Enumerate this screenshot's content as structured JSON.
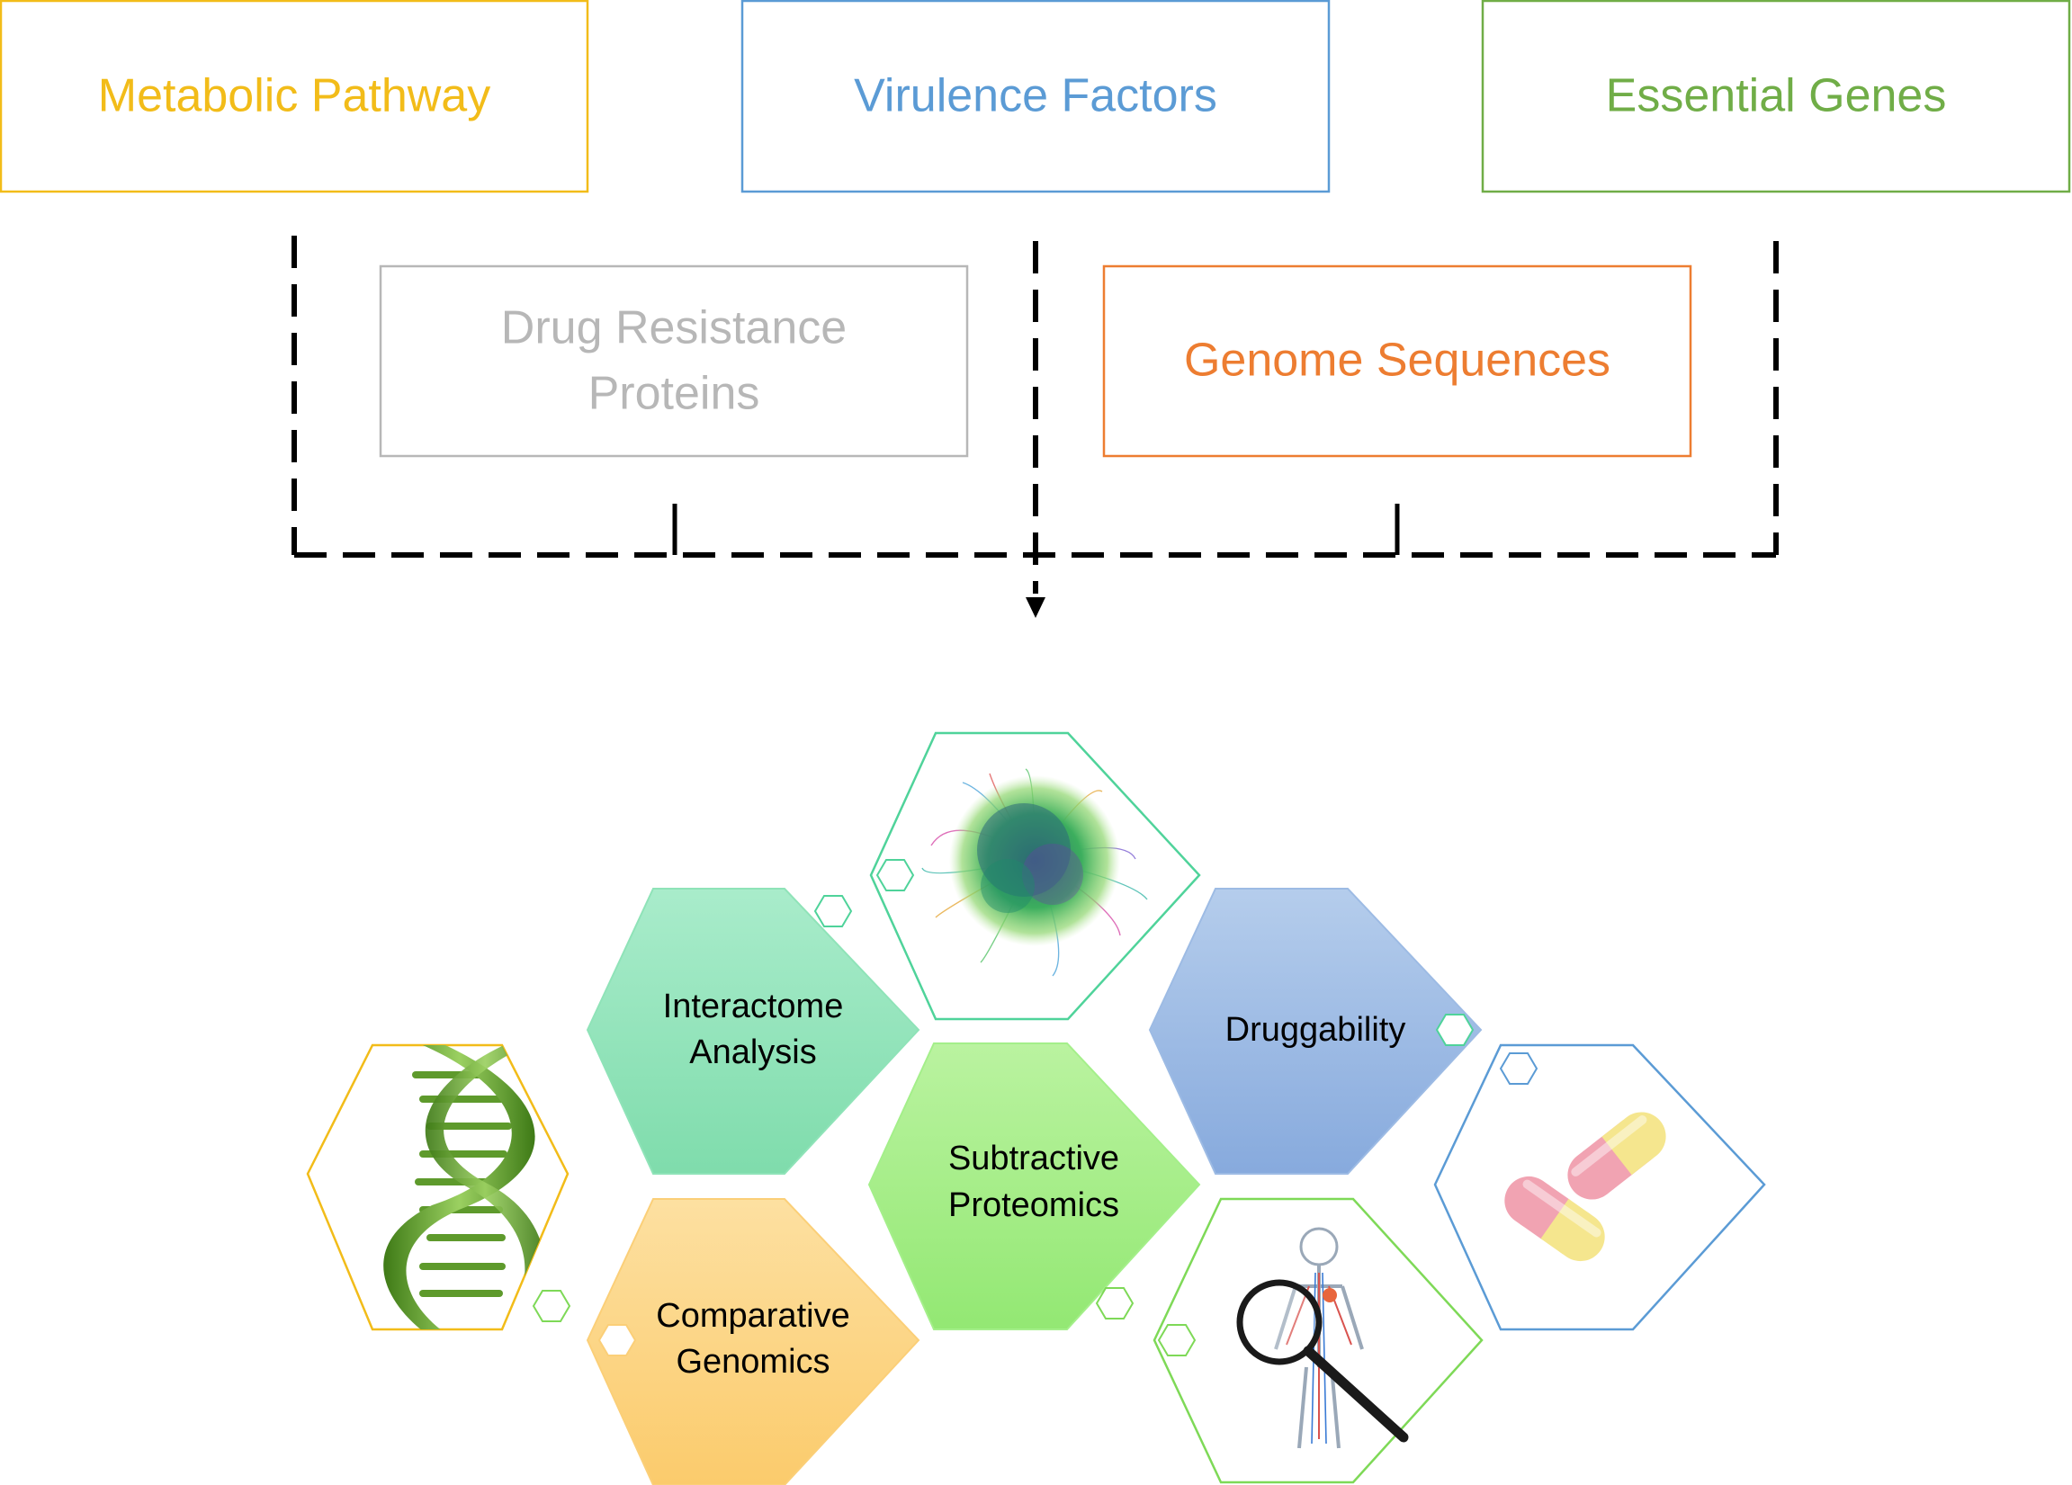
{
  "source_boxes": [
    {
      "label": "Metabolic Pathway",
      "color": "#f2bc19"
    },
    {
      "label": "Virulence Factors",
      "color": "#5b9bd5"
    },
    {
      "label": "Essential Genes",
      "color": "#70ad47"
    },
    {
      "label_lines": [
        "Drug Resistance",
        "Proteins"
      ],
      "color": "#b7b7b7"
    },
    {
      "label": "Genome Sequences",
      "color": "#ed7d31"
    }
  ],
  "hexagons": [
    {
      "label_lines": [
        "Interactome",
        "Analysis"
      ],
      "fill": "#8fe3b8"
    },
    {
      "label_lines": [
        "Druggability"
      ],
      "fill": "#9dbbe4"
    },
    {
      "label_lines": [
        "Subtractive",
        "Proteomics"
      ],
      "fill": "#a4ef8a"
    },
    {
      "label_lines": [
        "Comparative",
        "Genomics"
      ],
      "fill": "#fbcf78"
    }
  ],
  "image_hexagons": [
    {
      "icon": "network-graph-icon",
      "outline": "#4fd39a"
    },
    {
      "icon": "dna-helix-icon",
      "outline": "#f2bc19"
    },
    {
      "icon": "human-body-magnifier-icon",
      "outline": "#7ed957"
    },
    {
      "icon": "capsule-pills-icon",
      "outline": "#5b9bd5"
    }
  ],
  "connector_color": "#000000"
}
